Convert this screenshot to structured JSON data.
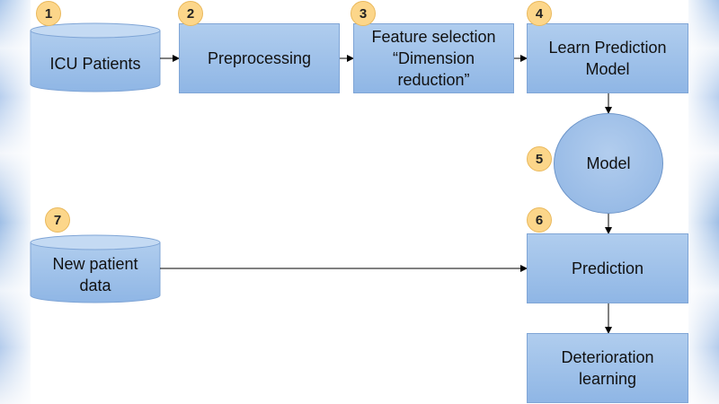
{
  "steps": {
    "icu": {
      "number": "1",
      "label": "ICU Patients"
    },
    "preprocessing": {
      "number": "2",
      "label": "Preprocessing"
    },
    "feature_selection": {
      "number": "3",
      "label": "Feature selection\n“Dimension\nreduction”"
    },
    "learn_model": {
      "number": "4",
      "label": "Learn Prediction\nModel"
    },
    "model": {
      "number": "5",
      "label": "Model"
    },
    "prediction": {
      "number": "6",
      "label": "Prediction"
    },
    "new_patient": {
      "number": "7",
      "label": "New patient\ndata"
    },
    "deterioration": {
      "label": "Deterioration\nlearning"
    }
  },
  "colors": {
    "box_fill": "#9dbfe9",
    "box_border": "#7fa5d6",
    "badge_fill": "#fcd68a",
    "arrow": "#000000"
  }
}
